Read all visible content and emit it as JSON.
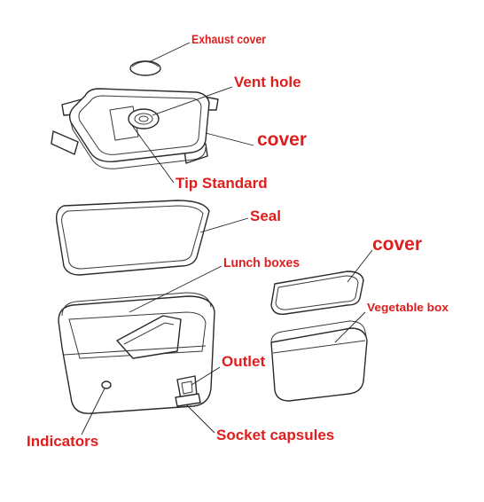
{
  "labels": {
    "exhaust_cover": "Exhaust cover",
    "vent_hole": "Vent hole",
    "cover_main": "cover",
    "tip_standard": "Tip Standard",
    "seal": "Seal",
    "cover_small": "cover",
    "lunch_boxes": "Lunch boxes",
    "vegetable_box": "Vegetable box",
    "outlet": "Outlet",
    "indicators": "Indicators",
    "socket_capsules": "Socket capsules"
  },
  "colors": {
    "label": "#e01d1d",
    "line": "#2a2a2a",
    "background": "#ffffff"
  }
}
